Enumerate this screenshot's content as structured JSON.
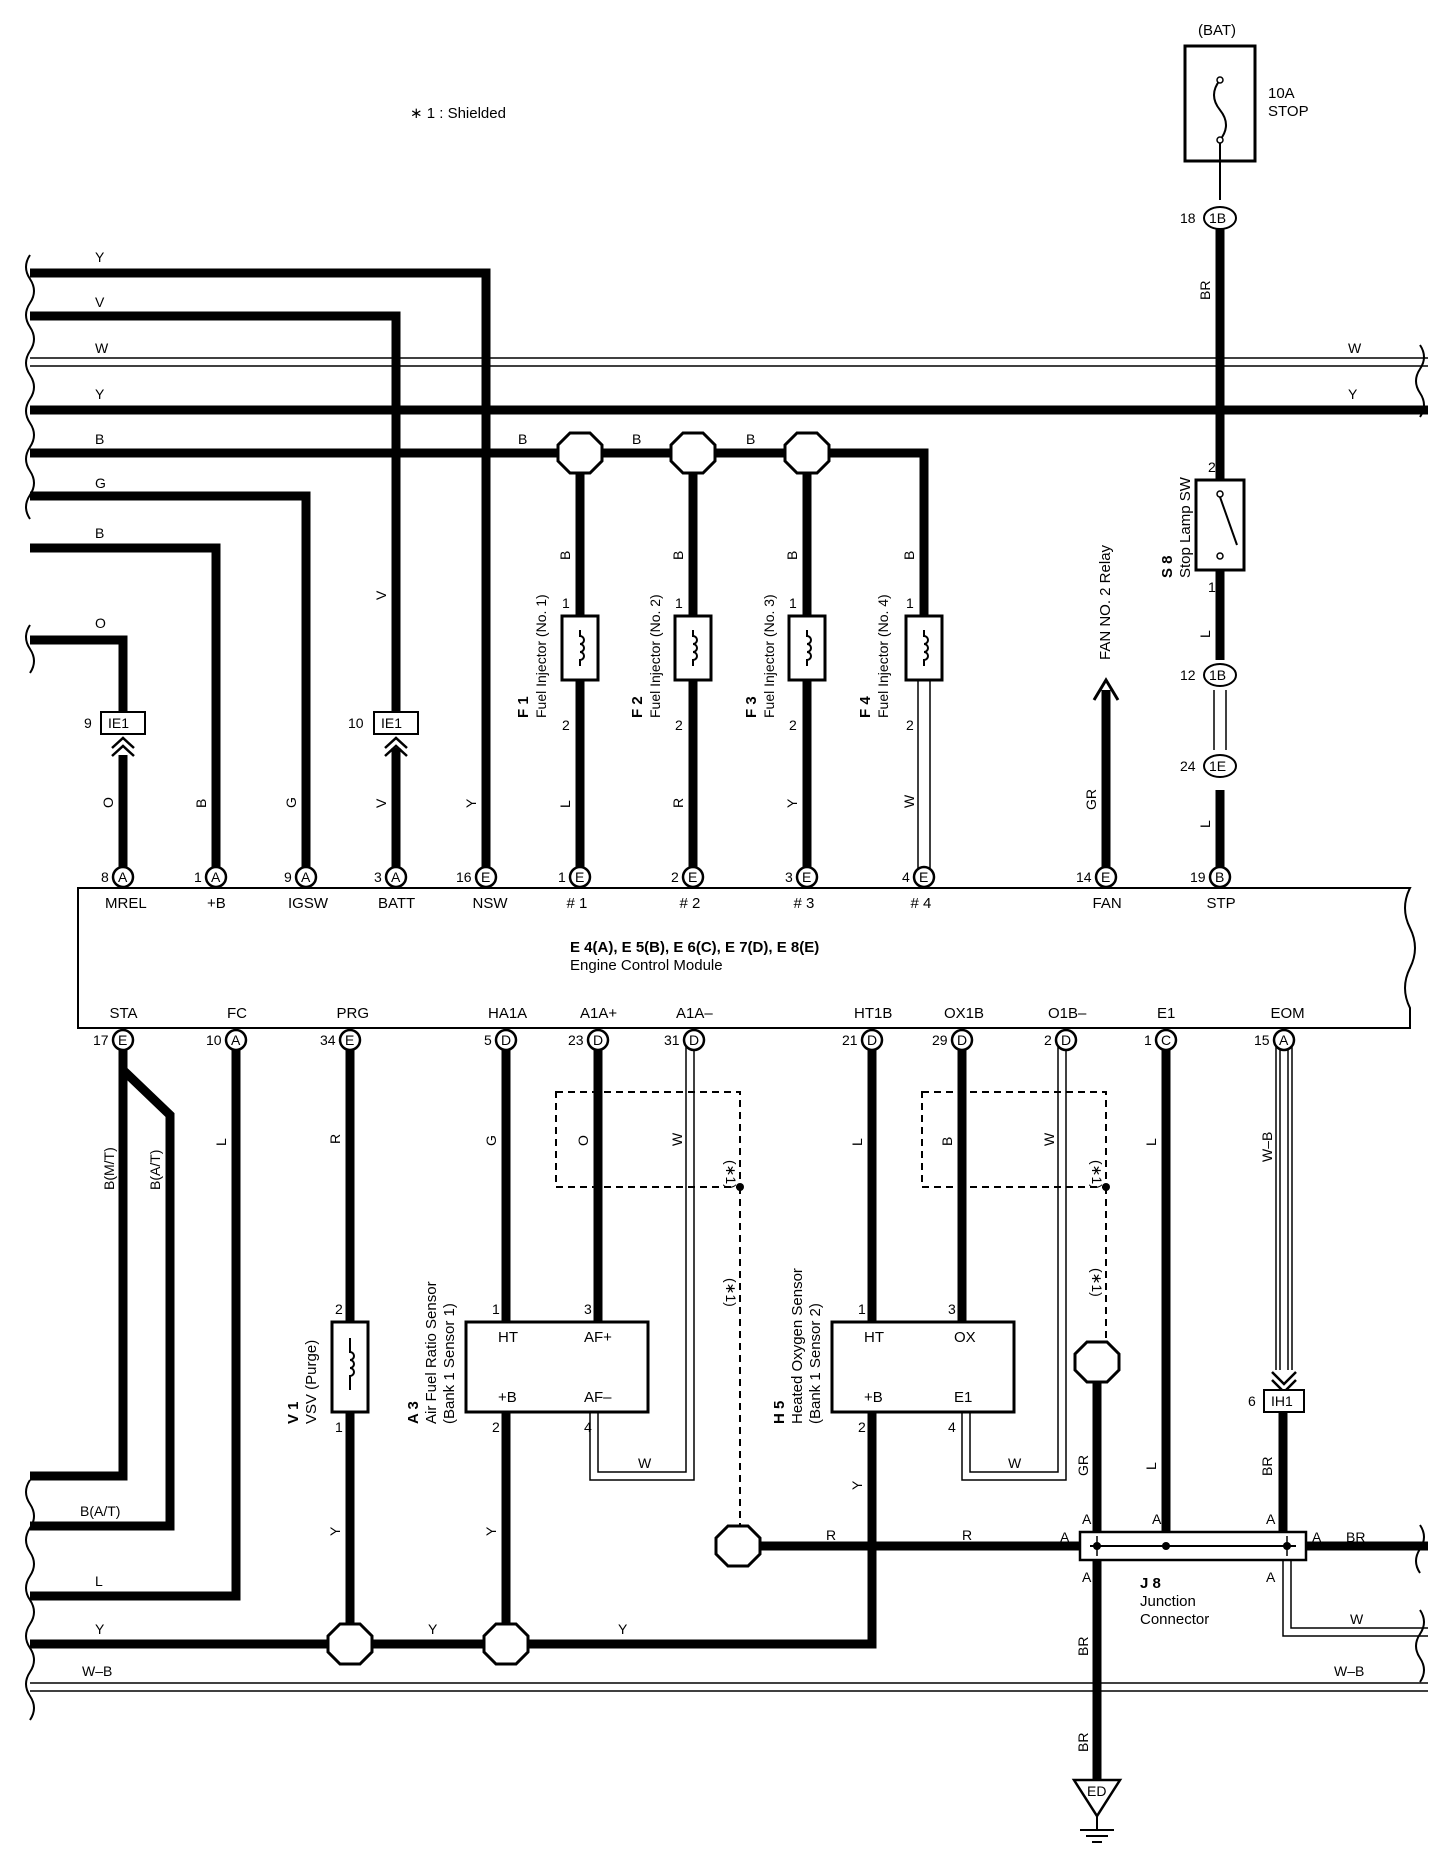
{
  "note": "∗ 1 : Shielded",
  "fuse": {
    "source": "(BAT)",
    "rating": "10A",
    "name": "STOP"
  },
  "ecm": {
    "title": "E 4(A), E 5(B), E 6(C), E 7(D), E 8(E)",
    "subtitle": "Engine Control Module",
    "top_pins": [
      {
        "num": "8",
        "conn": "A",
        "name": "MREL"
      },
      {
        "num": "1",
        "conn": "A",
        "name": "+B"
      },
      {
        "num": "9",
        "conn": "A",
        "name": "IGSW"
      },
      {
        "num": "3",
        "conn": "A",
        "name": "BATT"
      },
      {
        "num": "16",
        "conn": "E",
        "name": "NSW"
      },
      {
        "num": "1",
        "conn": "E",
        "name": "# 1"
      },
      {
        "num": "2",
        "conn": "E",
        "name": "# 2"
      },
      {
        "num": "3",
        "conn": "E",
        "name": "# 3"
      },
      {
        "num": "4",
        "conn": "E",
        "name": "# 4"
      },
      {
        "num": "14",
        "conn": "E",
        "name": "FAN"
      },
      {
        "num": "19",
        "conn": "B",
        "name": "STP"
      }
    ],
    "bottom_pins": [
      {
        "num": "17",
        "conn": "E",
        "name": "STA"
      },
      {
        "num": "10",
        "conn": "A",
        "name": "FC"
      },
      {
        "num": "34",
        "conn": "E",
        "name": "PRG"
      },
      {
        "num": "5",
        "conn": "D",
        "name": "HA1A"
      },
      {
        "num": "23",
        "conn": "D",
        "name": "A1A+"
      },
      {
        "num": "31",
        "conn": "D",
        "name": "A1A–"
      },
      {
        "num": "21",
        "conn": "D",
        "name": "HT1B"
      },
      {
        "num": "29",
        "conn": "D",
        "name": "OX1B"
      },
      {
        "num": "2",
        "conn": "D",
        "name": "O1B–"
      },
      {
        "num": "1",
        "conn": "C",
        "name": "E1"
      },
      {
        "num": "15",
        "conn": "A",
        "name": "EOM"
      }
    ]
  },
  "left_wires": {
    "y1": "Y",
    "v": "V",
    "w": "W",
    "y2": "Y",
    "b1": "B",
    "g": "G",
    "b2": "B",
    "o": "O",
    "bat": "B(A/T)",
    "l": "L",
    "y3": "Y",
    "wb": "W–B"
  },
  "right_wires": {
    "w": "W",
    "y": "Y",
    "br": "BR",
    "w2": "W",
    "wb": "W–B"
  },
  "conn_ie1": {
    "name": "IE1",
    "pin_mrel": "9",
    "pin_batt": "10"
  },
  "conn_ih1": {
    "name": "IH1",
    "pin": "6"
  },
  "conn_1b": {
    "name": "1B",
    "pin_top": "18",
    "pin_mid": "12"
  },
  "conn_1e": {
    "name": "1E",
    "pin": "24"
  },
  "injectors": [
    {
      "code": "F 1",
      "name": "Fuel Injector (No. 1)",
      "in_color": "B",
      "out_color": "L"
    },
    {
      "code": "F 2",
      "name": "Fuel Injector (No. 2)",
      "in_color": "B",
      "out_color": "R"
    },
    {
      "code": "F 3",
      "name": "Fuel Injector (No. 3)",
      "in_color": "B",
      "out_color": "Y"
    },
    {
      "code": "F 4",
      "name": "Fuel Injector (No. 4)",
      "in_color": "B",
      "out_color": "W"
    }
  ],
  "injector_pins": {
    "p1": "1",
    "p2": "2"
  },
  "fan": {
    "label": "FAN NO. 2 Relay",
    "color": "GR"
  },
  "stop_sw": {
    "code": "S 8",
    "name": "Stop Lamp SW",
    "pin_in": "2",
    "pin_out": "1",
    "color_out": "L",
    "color_in": "BR",
    "color_bottom": "L"
  },
  "vsv": {
    "code": "V 1",
    "name": "VSV (Purge)",
    "pin_top": "2",
    "pin_bottom": "1",
    "color_top": "R",
    "color_bottom": "Y"
  },
  "af_sensor": {
    "code": "A 3",
    "name": "Air Fuel Ratio Sensor",
    "sub": "(Bank 1 Sensor 1)",
    "t_ht": "HT",
    "t_af_plus": "AF+",
    "t_b": "+B",
    "t_af_minus": "AF–",
    "pin_ht": "1",
    "pin_afp": "3",
    "pin_b": "2",
    "pin_afm": "4",
    "c_ht": "G",
    "c_afp": "O",
    "c_afm": "W",
    "c_b": "Y",
    "c_loop": "W"
  },
  "ox_sensor": {
    "code": "H 5",
    "name": "Heated Oxygen Sensor",
    "sub": "(Bank 1 Sensor 2)",
    "t_ht": "HT",
    "t_ox": "OX",
    "t_b": "+B",
    "t_e1": "E1",
    "pin_ht": "1",
    "pin_ox": "3",
    "pin_b": "2",
    "pin_e1": "4",
    "c_ht": "L",
    "c_ox": "B",
    "c_e1": "W",
    "c_b": "Y",
    "c_loop": "W"
  },
  "shield_tag": "(∗1)",
  "sta": {
    "mt": "B(M/T)",
    "at": "B(A/T)"
  },
  "fc_color": "L",
  "e1_color": "L",
  "eom_color": "W–B",
  "ih1_color": "BR",
  "gr_color": "GR",
  "ground_r1": "R",
  "ground_r2": "R",
  "y_bus1": "Y",
  "y_bus2": "Y",
  "junction": {
    "code": "J 8",
    "name1": "Junction",
    "name2": "Connector",
    "pin": "A"
  },
  "ground": {
    "name": "ED",
    "c1": "BR",
    "c2": "BR"
  },
  "bus_b1": "B",
  "bus_b2": "B",
  "bus_b3": "B"
}
